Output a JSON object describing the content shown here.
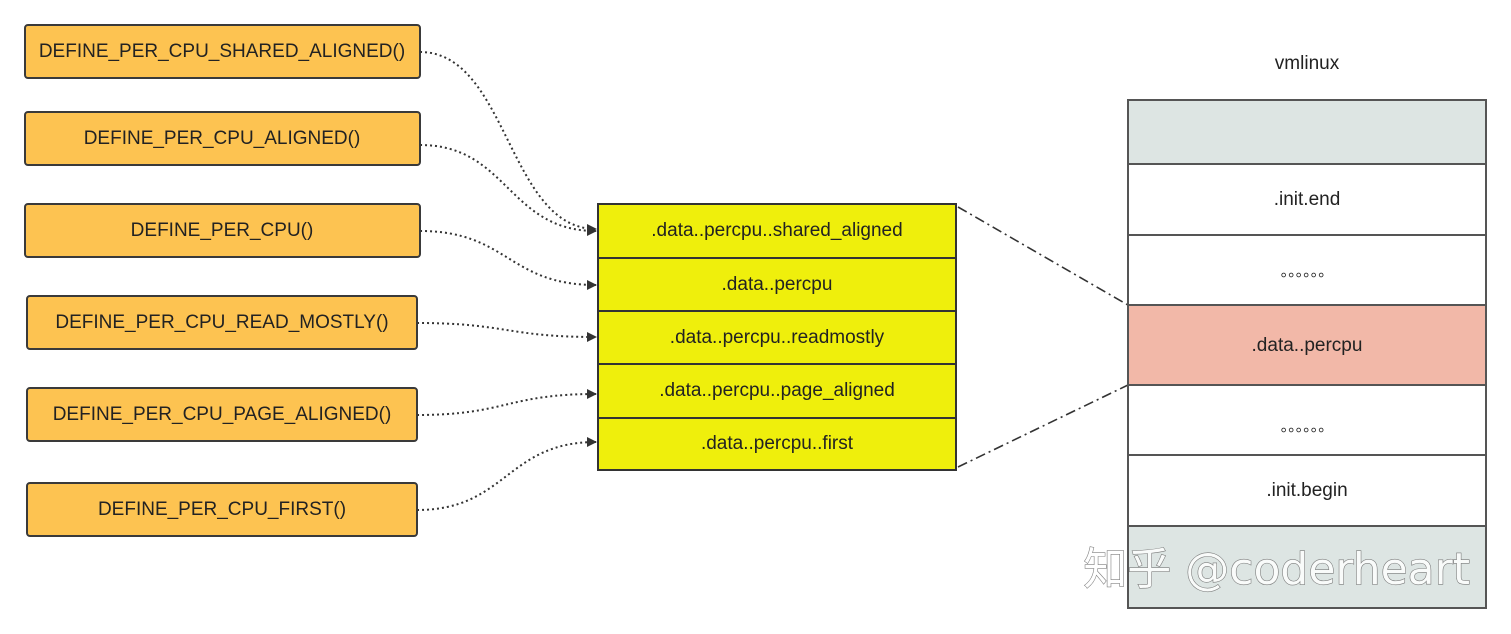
{
  "macros": [
    "DEFINE_PER_CPU_SHARED_ALIGNED()",
    "DEFINE_PER_CPU_ALIGNED()",
    "DEFINE_PER_CPU()",
    "DEFINE_PER_CPU_READ_MOSTLY()",
    "DEFINE_PER_CPU_PAGE_ALIGNED()",
    "DEFINE_PER_CPU_FIRST()"
  ],
  "sections": [
    ".data..percpu..shared_aligned",
    ".data..percpu",
    ".data..percpu..readmostly",
    ".data..percpu..page_aligned",
    ".data..percpu..first"
  ],
  "vmlinux": {
    "title": "vmlinux",
    "regions": [
      {
        "label": "",
        "color": "#dde5e3"
      },
      {
        "label": ".init.end",
        "color": "#ffffff"
      },
      {
        "label": "。。。。。。",
        "color": "#ffffff"
      },
      {
        "label": ".data..percpu",
        "color": "#f2b8a8",
        "highlight": true
      },
      {
        "label": "。。。。。。",
        "color": "#ffffff"
      },
      {
        "label": ".init.begin",
        "color": "#ffffff"
      },
      {
        "label": "",
        "color": "#dde5e3"
      }
    ]
  },
  "links": [
    {
      "from": 0,
      "to": 0
    },
    {
      "from": 1,
      "to": 0
    },
    {
      "from": 2,
      "to": 1
    },
    {
      "from": 3,
      "to": 2
    },
    {
      "from": 4,
      "to": 3
    },
    {
      "from": 5,
      "to": 4
    }
  ],
  "watermark": "知乎 @coderheart",
  "colors": {
    "macro_fill": "#fdc351",
    "section_fill": "#efef0c",
    "highlight_fill": "#f2b8a8",
    "outer_region_fill": "#dde5e3"
  }
}
